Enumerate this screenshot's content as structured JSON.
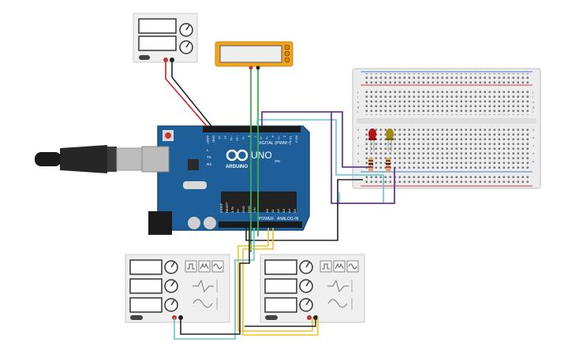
{
  "arduino": {
    "logo_text": "ARDUINO",
    "model_label": "UNO",
    "digital_header": "DIGITAL (PWM~)",
    "power_header": "POWER",
    "analog_header": "ANALOG IN",
    "analog_pins": [
      "A0",
      "A1",
      "A2",
      "A3",
      "A4",
      "A5"
    ],
    "power_pins": [
      "IOREF",
      "RESET",
      "3.3V",
      "5V",
      "GND",
      "GND",
      "VIN"
    ],
    "digital_pins": [
      "AREF",
      "GND",
      "13",
      "12",
      "~11",
      "~10",
      "~9",
      "8",
      "7",
      "~6",
      "~5",
      "4",
      "~3",
      "2",
      "TX 1",
      "RX 0"
    ],
    "tx_label": "TX",
    "rx_label": "RX",
    "on_label": "ON",
    "l_label": "L"
  },
  "instruments": {
    "power_supply_top": {
      "name": "power-supply"
    },
    "multimeter": {
      "name": "multimeter"
    },
    "function_generator_left": {
      "name": "function-generator"
    },
    "function_generator_right": {
      "name": "function-generator"
    }
  },
  "breadboard": {
    "row_letters_left": [
      "j",
      "i",
      "h",
      "g",
      "f",
      "e",
      "d",
      "c",
      "b",
      "a"
    ],
    "row_letters_right": [
      "j",
      "i",
      "h",
      "g",
      "f",
      "e",
      "d",
      "c",
      "b",
      "a"
    ]
  },
  "leds": [
    {
      "color": "#b0141a"
    },
    {
      "color": "#a08a12"
    }
  ],
  "colors": {
    "board": "#1e5f9a",
    "board_dark": "#17497a",
    "wire_red": "#d42020",
    "wire_black": "#222222",
    "wire_green": "#3ab14a",
    "wire_cyan": "#5ec6cf",
    "wire_purple": "#6a3a94",
    "wire_yellow": "#f0c419",
    "multimeter": "#f2a41c",
    "instrument_body": "#efefef"
  }
}
